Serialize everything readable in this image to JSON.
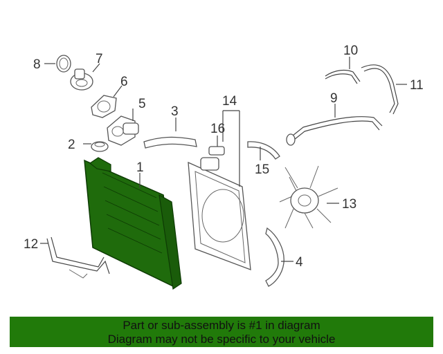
{
  "diagram": {
    "callouts": [
      {
        "id": "c1",
        "label": "1"
      },
      {
        "id": "c2",
        "label": "2"
      },
      {
        "id": "c3",
        "label": "3"
      },
      {
        "id": "c4",
        "label": "4"
      },
      {
        "id": "c5",
        "label": "5"
      },
      {
        "id": "c6",
        "label": "6"
      },
      {
        "id": "c7",
        "label": "7"
      },
      {
        "id": "c8",
        "label": "8"
      },
      {
        "id": "c9",
        "label": "9"
      },
      {
        "id": "c10",
        "label": "10"
      },
      {
        "id": "c11",
        "label": "11"
      },
      {
        "id": "c12",
        "label": "12"
      },
      {
        "id": "c13",
        "label": "13"
      },
      {
        "id": "c14",
        "label": "14"
      },
      {
        "id": "c15",
        "label": "15"
      },
      {
        "id": "c16",
        "label": "16"
      }
    ],
    "highlight_color": "#1f6b0c"
  },
  "banner": {
    "line1": "Part or sub-assembly is #1 in diagram",
    "line2": "Diagram may not be specific to your vehicle",
    "background": "#217a0a"
  }
}
